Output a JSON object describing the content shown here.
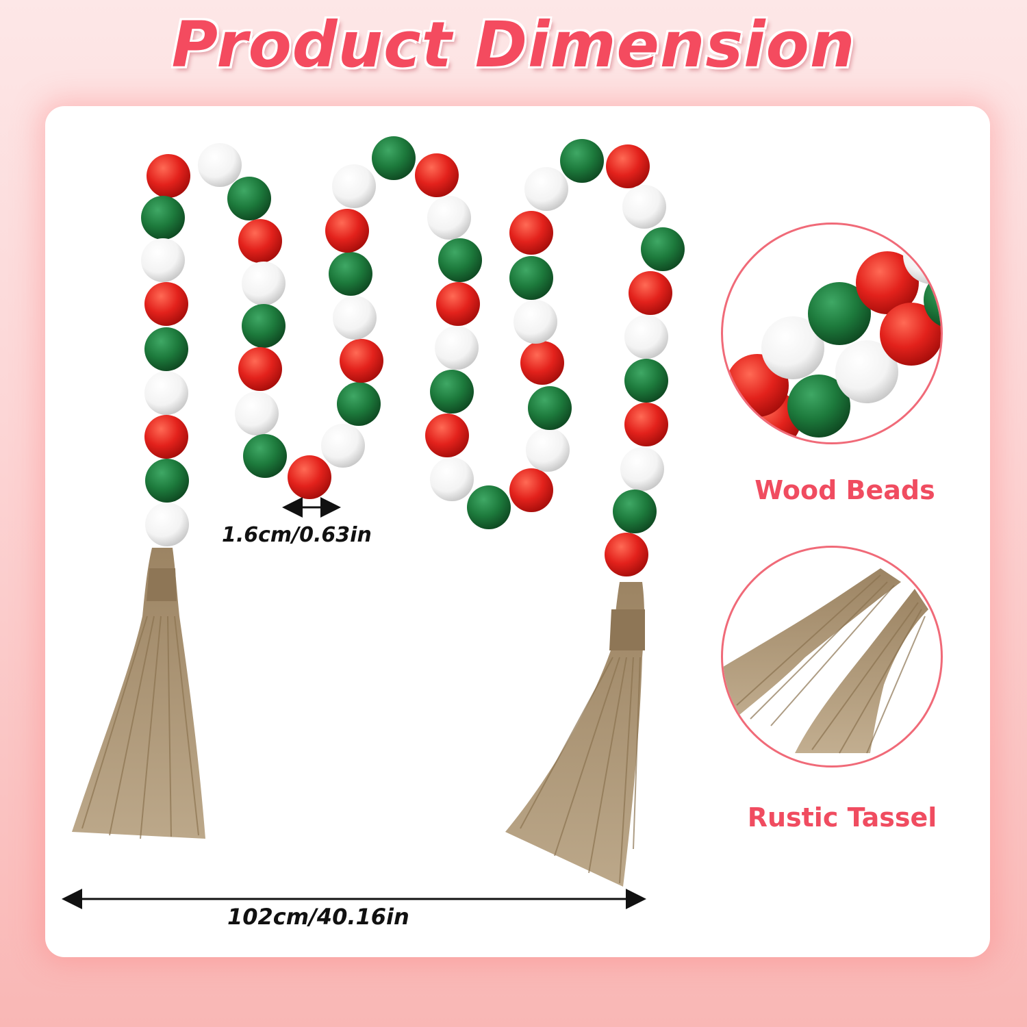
{
  "title": "Product Dimension",
  "dimensions": {
    "bead_diameter": "1.6cm/0.63in",
    "total_length": "102cm/40.16in"
  },
  "callouts": {
    "beads_label": "Wood Beads",
    "tassel_label": "Rustic Tassel"
  },
  "colors": {
    "title": "#f44b5f",
    "label": "#f04c60",
    "bead_red": "#e3221c",
    "bead_green": "#1d7a3c",
    "bead_white": "#f6f6f6",
    "jute": "#b09a78"
  }
}
